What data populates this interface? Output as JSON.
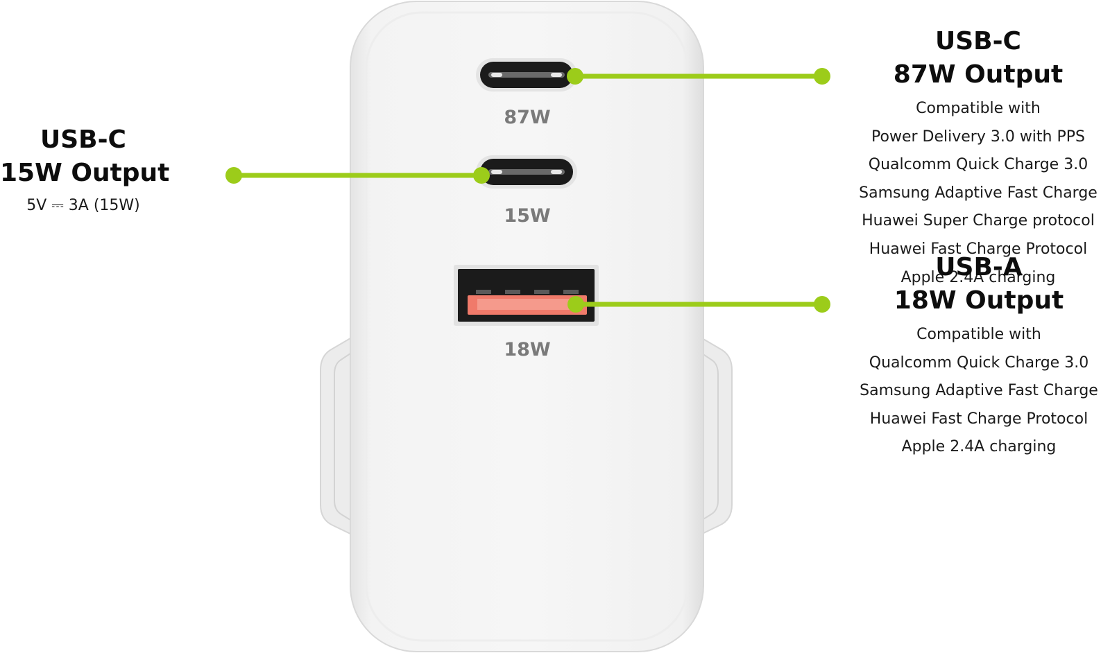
{
  "colors": {
    "accent": "#9ccc1a",
    "body": "#f2f2f2",
    "port": "#1b1b1b",
    "usb_a_insert": "#f07a6a",
    "label_gray": "#7a7a7a"
  },
  "device": {
    "ports": [
      {
        "type": "USB-C",
        "label": "87W"
      },
      {
        "type": "USB-C",
        "label": "15W"
      },
      {
        "type": "USB-A",
        "label": "18W"
      }
    ]
  },
  "callouts": {
    "left": {
      "heading_line1": "USB-C",
      "heading_line2": "15W Output",
      "details": [
        "5V ⎓ 3A (15W)"
      ]
    },
    "top_right": {
      "heading_line1": "USB-C",
      "heading_line2": "87W Output",
      "details": [
        "Compatible with",
        "Power Delivery 3.0 with PPS",
        "Qualcomm Quick Charge 3.0",
        "Samsung Adaptive Fast Charge",
        "Huawei Super Charge protocol",
        "Huawei Fast Charge Protocol",
        "Apple 2.4A charging"
      ]
    },
    "bottom_right": {
      "heading_line1": "USB-A",
      "heading_line2": "18W Output",
      "details": [
        "Compatible with",
        "Qualcomm Quick Charge 3.0",
        "Samsung Adaptive Fast Charge",
        "Huawei Fast Charge Protocol",
        "Apple 2.4A charging"
      ]
    }
  }
}
